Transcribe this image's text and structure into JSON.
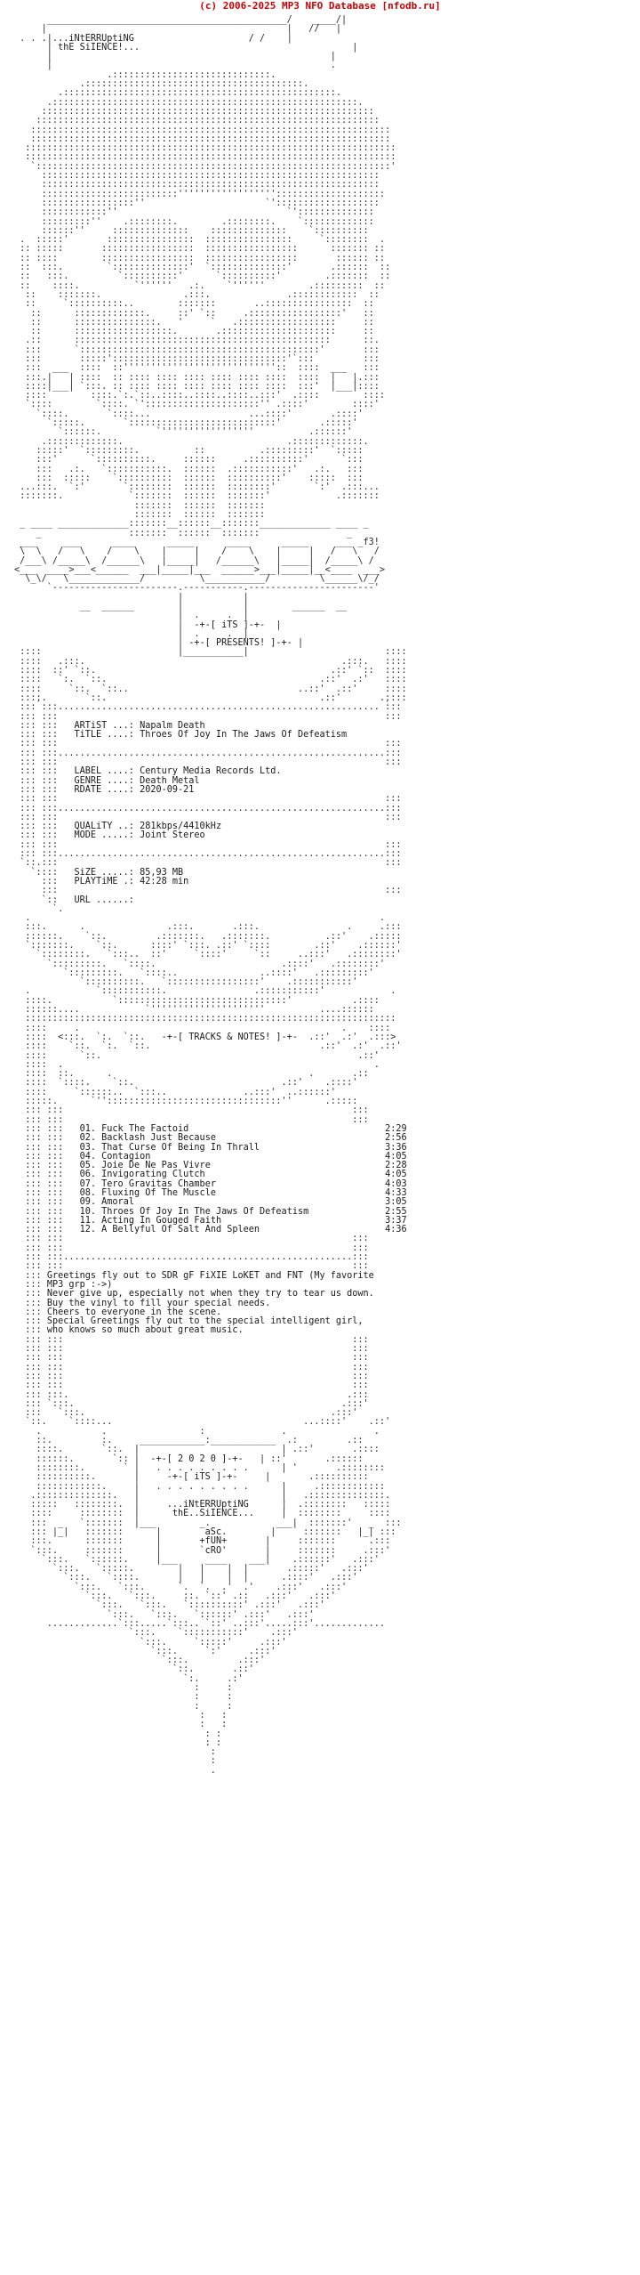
{
  "header": {
    "credit": "(c) 2006-2025 MP3 NFO Database [nfodb.ru]"
  },
  "intro": {
    "line1": "..iNtERRUptiNG",
    "line2": "thE SiIENCE!..."
  },
  "presents": "-+-[ PRESENTS! ]-+-",
  "group_tag": "-+-[ iTS ]-+-",
  "release": {
    "artist_label": "ARTiST ...:",
    "artist": "Napalm Death",
    "title_label": "TiTLE ....:",
    "title": "Throes Of Joy In The Jaws Of Defeatism",
    "label_label": "LABEL ....:",
    "label": "Century Media Records Ltd.",
    "genre_label": "GENRE ....:",
    "genre": "Death Metal",
    "rdate_label": "RDATE ....:",
    "rdate": "2020-09-21",
    "quality_label": "QUALiTY ..:",
    "quality": "281kbps/4410kHz",
    "mode_label": "MODE .....:",
    "mode": "Joint Stereo",
    "size_label": "SiZE .....:",
    "size": "85,93 MB",
    "playtime_label": "PLAYTiME .:",
    "playtime": "42:28 min",
    "url_label": "URL ......:"
  },
  "tracks_heading": "-+-[ TRACKS & NOTES! ]-+-",
  "tracks": [
    {
      "no": "01.",
      "title": "Fuck The Factoid",
      "time": "2:29"
    },
    {
      "no": "02.",
      "title": "Backlash Just Because",
      "time": "2:56"
    },
    {
      "no": "03.",
      "title": "That Curse Of Being In Thrall",
      "time": "3:36"
    },
    {
      "no": "04.",
      "title": "Contagion",
      "time": "4:05"
    },
    {
      "no": "05.",
      "title": "Joie De Ne Pas Vivre",
      "time": "2:28"
    },
    {
      "no": "06.",
      "title": "Invigorating Clutch",
      "time": "4:05"
    },
    {
      "no": "07.",
      "title": "Tero Gravitas Chamber",
      "time": "4:03"
    },
    {
      "no": "08.",
      "title": "Fluxing Of The Muscle",
      "time": "4:33"
    },
    {
      "no": "09.",
      "title": "Amoral",
      "time": "3:05"
    },
    {
      "no": "10.",
      "title": "Throes Of Joy In The Jaws Of Defeatism",
      "time": "2:55"
    },
    {
      "no": "11.",
      "title": "Acting In Gouged Faith",
      "time": "3:37"
    },
    {
      "no": "12.",
      "title": "A Bellyful Of Salt And Spleen",
      "time": "4:36"
    }
  ],
  "notes": [
    "Greetings fly out to SDR gF FiXIE LoKET and FNT (My favorite",
    "MP3 grp :->)",
    "Never give up, especially not when they try to tear us down.",
    "Buy the vinyl to fill your special needs.",
    "Cheers to everyone in the scene.",
    "Special Greetings fly out to the special intelligent girl,",
    "who knows so much about great music."
  ],
  "footer": {
    "year": "-+-[ 2 0 2 0 ]-+-",
    "group": "-+-[ iTS ]-+-",
    "outro1": "...iNtERRUptiNG",
    "outro2": "thE..SiIENCE...",
    "sig1": "aSc.",
    "sig2": "+fUN+",
    "sig3": "`cRO'"
  }
}
